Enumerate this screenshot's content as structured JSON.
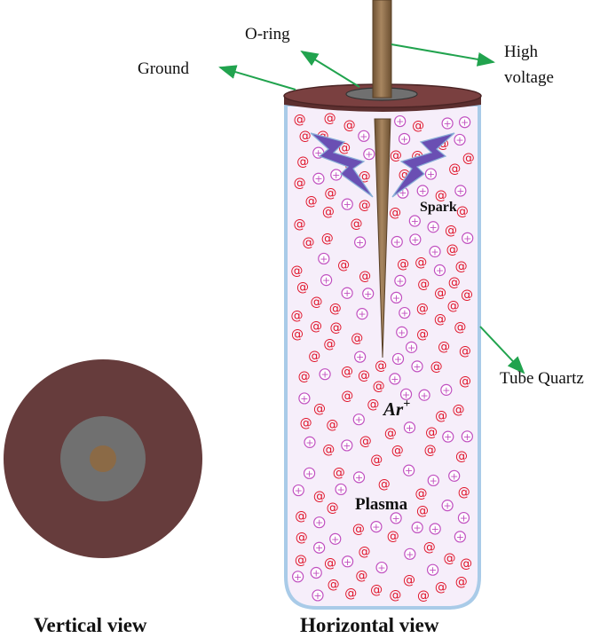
{
  "labels": {
    "o_ring": "O-ring",
    "high_voltage_line1": "High",
    "high_voltage_line2": "voltage",
    "ground": "Ground",
    "spark": "Spark",
    "tube_quartz": "Tube Quartz",
    "ion_base": "Ar",
    "ion_sup": "+",
    "plasma": "Plasma",
    "vertical_view": "Vertical view",
    "horizontal_view": "Horizontal view"
  },
  "symbols": {
    "electron": "@",
    "ion": "+"
  },
  "colors": {
    "flange": "#7a4040",
    "flange_dark": "#5c2f2f",
    "oring": "#707070",
    "electrode": "#8a6b45",
    "tube_fill": "#f6eefa",
    "tube_edge": "#a9cbe8",
    "arrow": "#21a34e",
    "electron": "#e0162b",
    "ion": "#c04fc0",
    "spark": "#6a4fb3",
    "disk_outer": "#663c3c",
    "disk_mid": "#707070",
    "disk_core": "#8b6a46"
  }
}
